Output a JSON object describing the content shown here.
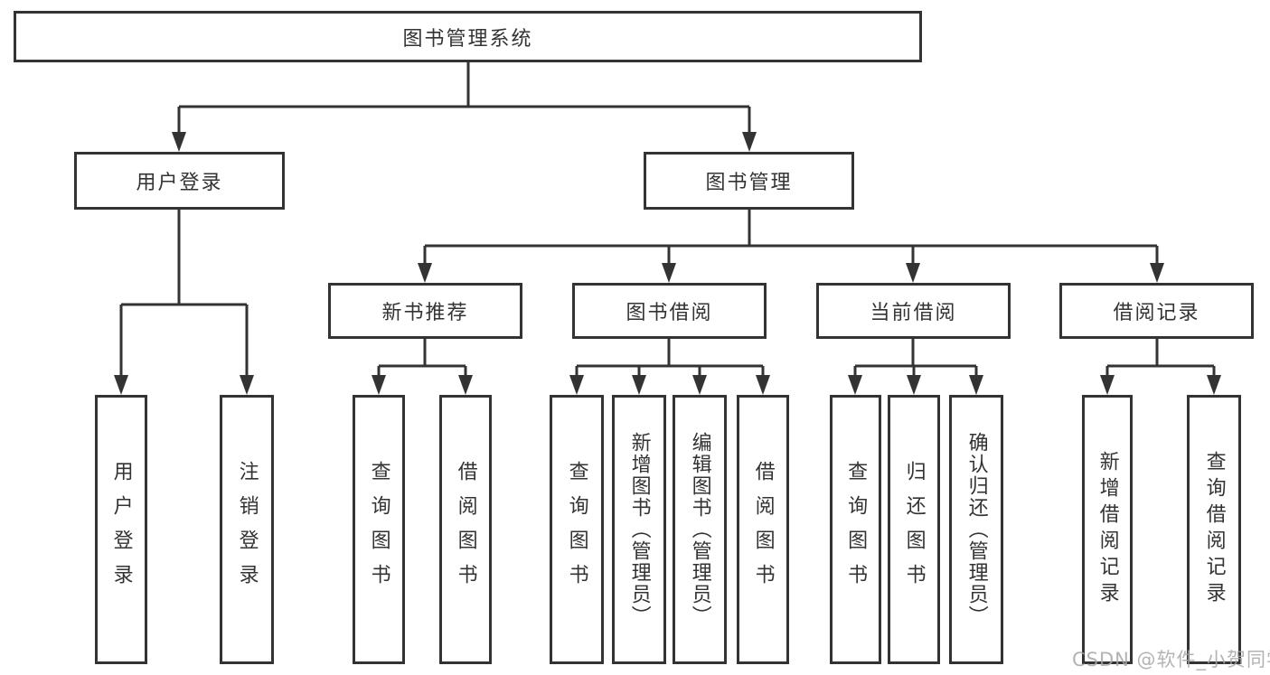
{
  "diagram": {
    "type": "hierarchy",
    "colors": {
      "line": "#333333",
      "box_border": "#333333",
      "box_fill": "#ffffff",
      "text": "#333333",
      "watermark": "#a6a6a6",
      "background": "#ffffff"
    }
  },
  "tree": {
    "label": "图书管理系统",
    "children": [
      {
        "label": "用户登录",
        "children": [
          {
            "label": "用户登录"
          },
          {
            "label": "注销登录"
          }
        ]
      },
      {
        "label": "图书管理",
        "children": [
          {
            "label": "新书推荐",
            "children": [
              {
                "label": "查询图书"
              },
              {
                "label": "借阅图书"
              }
            ]
          },
          {
            "label": "图书借阅",
            "children": [
              {
                "label": "查询图书"
              },
              {
                "label": "新增图书（管理员）"
              },
              {
                "label": "编辑图书（管理员）"
              },
              {
                "label": "借阅图书"
              }
            ]
          },
          {
            "label": "当前借阅",
            "children": [
              {
                "label": "查询图书"
              },
              {
                "label": "归还图书"
              },
              {
                "label": "确认归还（管理员）"
              }
            ]
          },
          {
            "label": "借阅记录",
            "children": [
              {
                "label": "新增借阅记录"
              },
              {
                "label": "查询借阅记录"
              }
            ]
          }
        ]
      }
    ]
  },
  "watermark": {
    "text": "CSDN @软件_小贺同学"
  }
}
